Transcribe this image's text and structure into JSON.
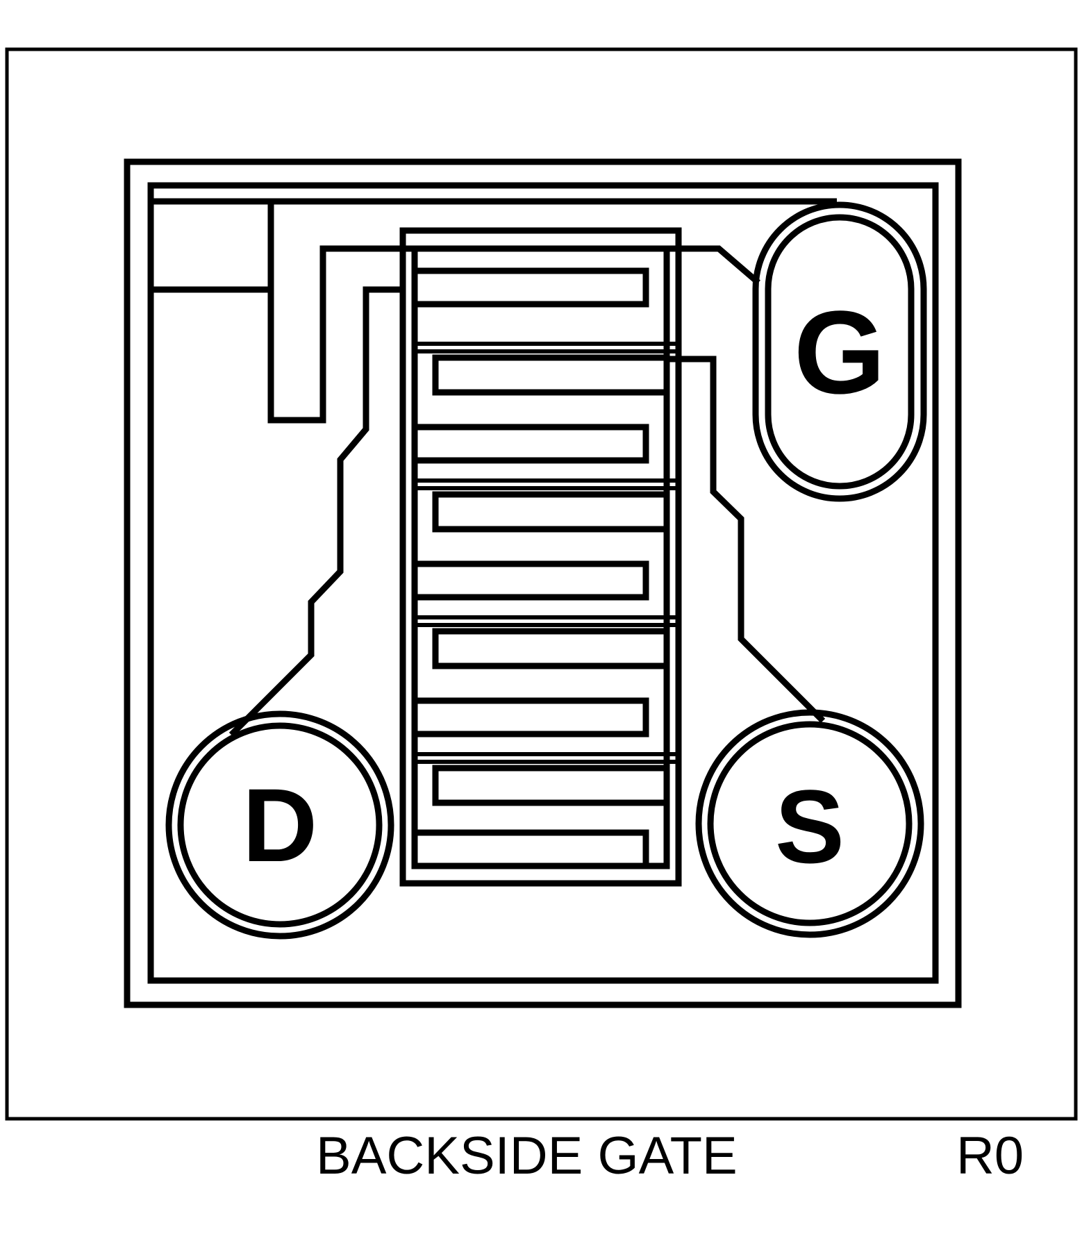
{
  "diagram": {
    "type": "transistor-die-pad-layout",
    "labels": {
      "gate_pad": "G",
      "drain_pad": "D",
      "source_pad": "S"
    },
    "caption": "BACKSIDE GATE",
    "revision": "R0",
    "colors": {
      "line": "#000000",
      "background": "#ffffff"
    }
  }
}
